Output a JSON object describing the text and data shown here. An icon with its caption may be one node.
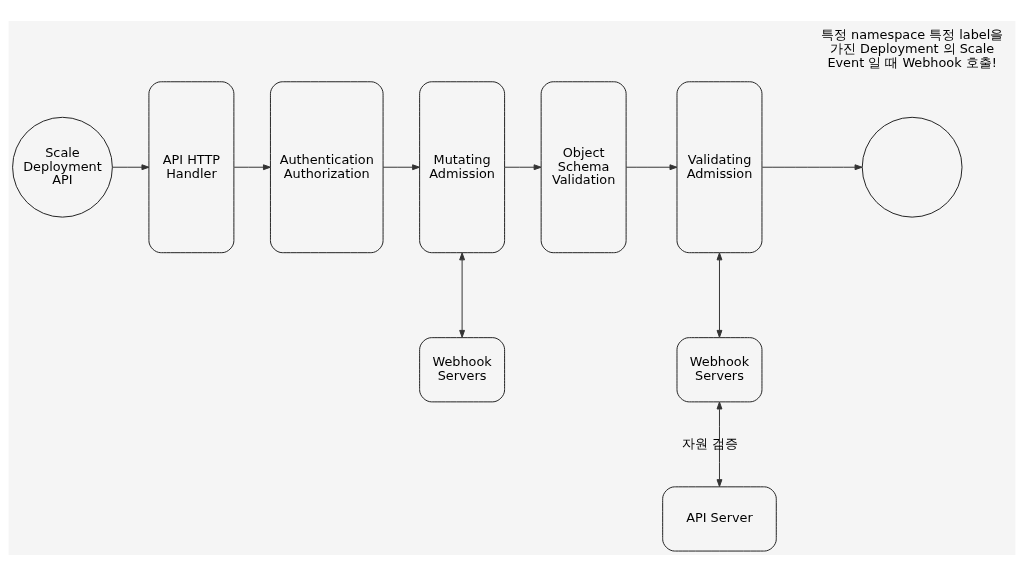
{
  "diagram": {
    "nodes": [
      {
        "text": [
          "Scale Deployment API"
        ]
      },
      {
        "text": [
          "API HTTP Handler"
        ]
      },
      {
        "text": [
          "Authentication Authorization"
        ]
      },
      {
        "text": [
          "Mutating Admission"
        ]
      },
      {
        "text": [
          "Object Schema Validation"
        ]
      },
      {
        "text": [
          "Validating Admission"
        ]
      },
      {
        "text": [],
        "shape": "circle"
      },
      {
        "text": [
          "Webhook Servers"
        ]
      },
      {
        "text": [
          "Webhook Servers"
        ]
      },
      {
        "text": [
          "API Server"
        ]
      }
    ],
    "edges": [
      {
        "from": 0,
        "to": 1,
        "arrow": "to"
      },
      {
        "from": 1,
        "to": 2,
        "arrow": "to"
      },
      {
        "from": 2,
        "to": 3,
        "arrow": "to"
      },
      {
        "from": 3,
        "to": 4,
        "arrow": "to"
      },
      {
        "from": 4,
        "to": 5,
        "arrow": "to"
      },
      {
        "from": 5,
        "to": 6,
        "arrow": "to"
      },
      {
        "from": 3,
        "to": 7,
        "arrow": "both"
      },
      {
        "from": 5,
        "to": 8,
        "arrow": "both"
      },
      {
        "from": 8,
        "to": 9,
        "arrow": "both",
        "label": "자원 검증"
      }
    ],
    "labels": [
      "특정 namespace 특정 label을 가진 Deployment 의 Scale Event 일 때 Webhook 호출!"
    ]
  }
}
